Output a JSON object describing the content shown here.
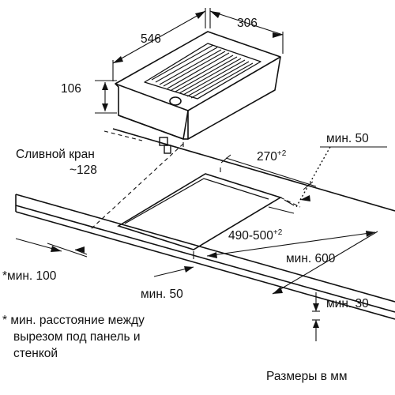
{
  "dimensions": {
    "depth": "546",
    "width": "306",
    "height": "106",
    "drain_valve_label": "Сливной кран",
    "drain_valve_value": "~128",
    "cutout_depth_main": "270",
    "cutout_depth_tol": "+2",
    "cutout_width_main": "490-500",
    "cutout_width_tol": "+2",
    "min_wall_back": "мин. 50",
    "min_front": "мин. 600",
    "min_side": "*мин. 100",
    "min_side_bottom": "мин. 50",
    "min_thickness": "мин. 30"
  },
  "footnote": {
    "line1": "* мин. расстояние между",
    "line2": "вырезом под панель и",
    "line3": "стенкой"
  },
  "units_caption": "Размеры в мм"
}
